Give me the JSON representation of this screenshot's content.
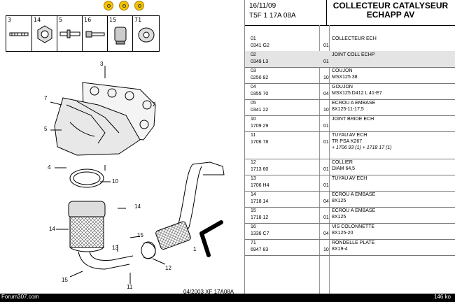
{
  "toolbar": {
    "buttons": [
      "zoom-in-icon",
      "zoom-out-icon",
      "print-icon"
    ]
  },
  "diagram": {
    "parts_bar": [
      "3",
      "14",
      "5",
      "16",
      "15",
      "71"
    ],
    "callouts": [
      "3",
      "7",
      "5",
      "4",
      "2",
      "10",
      "14",
      "14",
      "15",
      "13",
      "12",
      "11",
      "1",
      "15"
    ],
    "doc_ref": "04/2003   XF 17A08A"
  },
  "header": {
    "date": "16/11/09",
    "code": "T5F 1 17A 08A",
    "title_line1": "COLLECTEUR CATALYSEUR",
    "title_line2": "ECHAPP AV"
  },
  "rows": [
    {
      "num": "01",
      "ref": "0341 G2",
      "qty": "01",
      "desc": [
        "COLLECTEUR ECH"
      ]
    },
    {
      "num": "02",
      "ref": "0349 L3",
      "qty": "01",
      "desc": [
        "JOINT COLL ECHP"
      ],
      "selected": true
    },
    {
      "num": "03",
      "ref": "0250 82",
      "qty": "10",
      "desc": [
        "COUJON",
        "MSX125 38"
      ]
    },
    {
      "num": "04",
      "ref": "0355 70",
      "qty": "04",
      "desc": [
        "GOUJON",
        "MSX125 D412 L 41-E7"
      ]
    },
    {
      "num": "05",
      "ref": "0341 22",
      "qty": "10",
      "desc": [
        "ECROU A EMBASE",
        "8X125-11-17,5"
      ]
    },
    {
      "num": "10",
      "ref": "1709 29",
      "qty": "01",
      "desc": [
        "JOINT BRIDE ECH"
      ]
    },
    {
      "num": "11",
      "ref": "1706 78",
      "qty": "01",
      "desc": [
        "TUYAU AV ECH",
        "TR PSA K267",
        "+ 1706 93 (1) + 1718 17 (1)"
      ]
    },
    {
      "num": "12",
      "ref": "1713 60",
      "qty": "01",
      "desc": [
        "COLLIER",
        "DIAM 64,5"
      ]
    },
    {
      "num": "13",
      "ref": "1706 H4",
      "qty": "01",
      "desc": [
        "TUYAU AV ECH"
      ]
    },
    {
      "num": "14",
      "ref": "1718 14",
      "qty": "04",
      "desc": [
        "ECROU A EMBASE",
        "8X125"
      ]
    },
    {
      "num": "15",
      "ref": "1718 12",
      "qty": "01",
      "desc": [
        "ECROU A EMBASE",
        "8X125"
      ]
    },
    {
      "num": "16",
      "ref": "1336 C7",
      "qty": "04",
      "desc": [
        "VIS COLONNETTE",
        "8X125-20"
      ]
    },
    {
      "num": "71",
      "ref": "6947 83",
      "qty": "10",
      "desc": [
        "RONDELLE PLATE",
        "8X19-4"
      ]
    }
  ],
  "footer": {
    "forum": "Forum307.com",
    "size": "146 ko"
  }
}
